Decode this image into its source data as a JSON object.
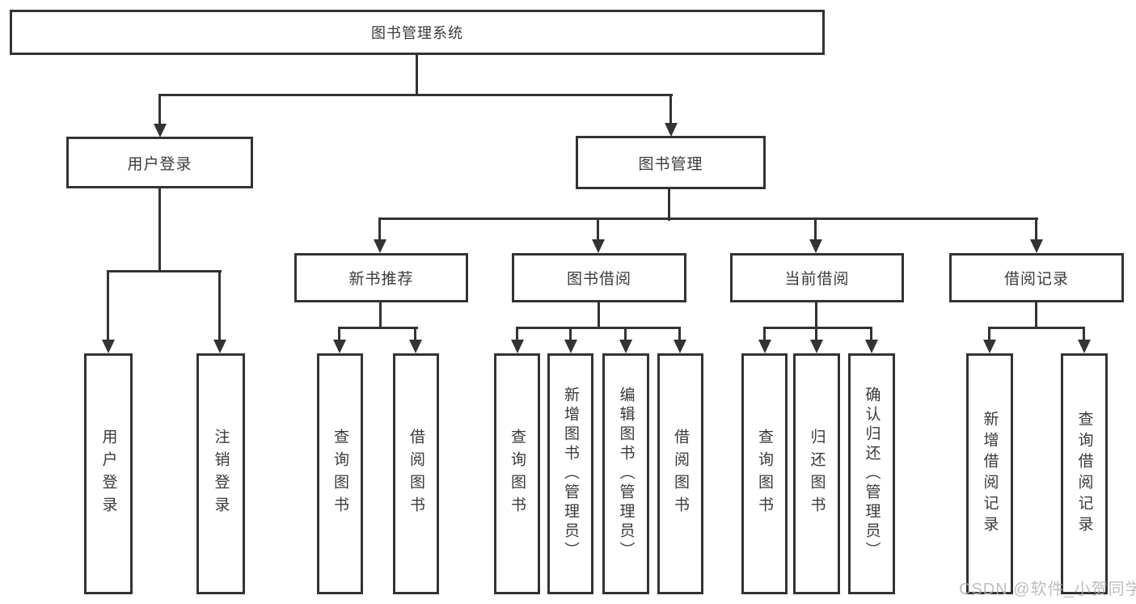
{
  "diagram_type": "hierarchy-diagram",
  "colors": {
    "line": "#333333",
    "box_border": "#333333",
    "text": "#3a3a3a",
    "background": "#ffffff",
    "watermark": "#b3b3b3"
  },
  "tree": {
    "root": {
      "label": "图书管理系统"
    },
    "children": [
      {
        "label": "用户登录",
        "children": [
          {
            "label": "用户登录"
          },
          {
            "label": "注销登录"
          }
        ]
      },
      {
        "label": "图书管理",
        "children": [
          {
            "label": "新书推荐",
            "children": [
              {
                "label": "查询图书"
              },
              {
                "label": "借阅图书"
              }
            ]
          },
          {
            "label": "图书借阅",
            "children": [
              {
                "label": "查询图书"
              },
              {
                "label": "新增图书（管理员）"
              },
              {
                "label": "编辑图书（管理员）"
              },
              {
                "label": "借阅图书"
              }
            ]
          },
          {
            "label": "当前借阅",
            "children": [
              {
                "label": "查询图书"
              },
              {
                "label": "归还图书"
              },
              {
                "label": "确认归还（管理员）"
              }
            ]
          },
          {
            "label": "借阅记录",
            "children": [
              {
                "label": "新增借阅记录"
              },
              {
                "label": "查询借阅记录"
              }
            ]
          }
        ]
      }
    ]
  },
  "watermark": "CSDN @软件_小贺同学"
}
